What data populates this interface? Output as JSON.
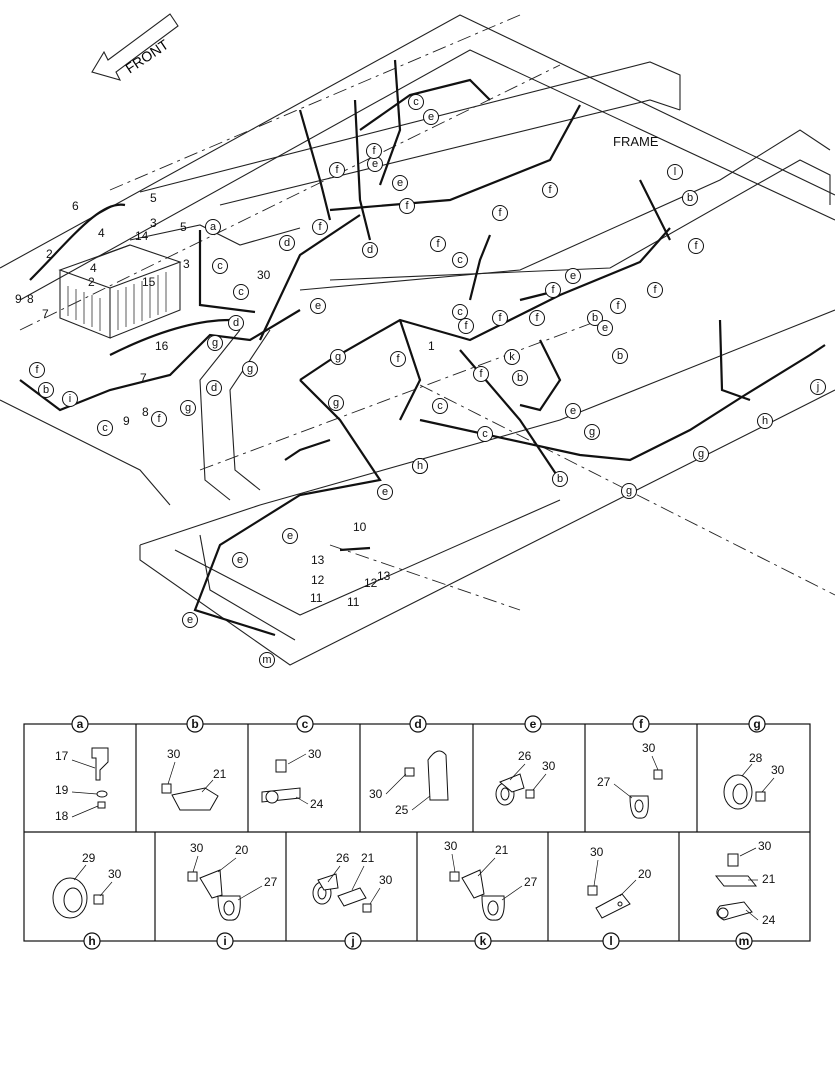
{
  "diagram": {
    "front_label": "FRONT",
    "frame_label": "FRAME",
    "part_numbers": [
      "1",
      "2",
      "2",
      "3",
      "3",
      "4",
      "4",
      "5",
      "5",
      "6",
      "7",
      "7",
      "8",
      "8",
      "9",
      "9",
      "10",
      "11",
      "11",
      "12",
      "12",
      "13",
      "13",
      "14",
      "15",
      "16",
      "30"
    ],
    "clamp_refs": [
      "a",
      "b",
      "c",
      "d",
      "e",
      "f",
      "g",
      "h",
      "i",
      "j",
      "k",
      "l",
      "m"
    ]
  },
  "legend": {
    "row1": [
      {
        "ref": "a",
        "parts": [
          "17",
          "19",
          "18"
        ]
      },
      {
        "ref": "b",
        "parts": [
          "30",
          "21"
        ]
      },
      {
        "ref": "c",
        "parts": [
          "30",
          "24"
        ]
      },
      {
        "ref": "d",
        "parts": [
          "30",
          "25"
        ]
      },
      {
        "ref": "e",
        "parts": [
          "26",
          "30"
        ]
      },
      {
        "ref": "f",
        "parts": [
          "30",
          "27"
        ]
      },
      {
        "ref": "g",
        "parts": [
          "28",
          "30"
        ]
      }
    ],
    "row2": [
      {
        "ref": "h",
        "parts": [
          "29",
          "30"
        ]
      },
      {
        "ref": "i",
        "parts": [
          "30",
          "20",
          "27"
        ]
      },
      {
        "ref": "j",
        "parts": [
          "26",
          "21",
          "30"
        ]
      },
      {
        "ref": "k",
        "parts": [
          "30",
          "21",
          "27"
        ]
      },
      {
        "ref": "l",
        "parts": [
          "30",
          "20"
        ]
      },
      {
        "ref": "m",
        "parts": [
          "30",
          "21",
          "24"
        ]
      }
    ]
  }
}
